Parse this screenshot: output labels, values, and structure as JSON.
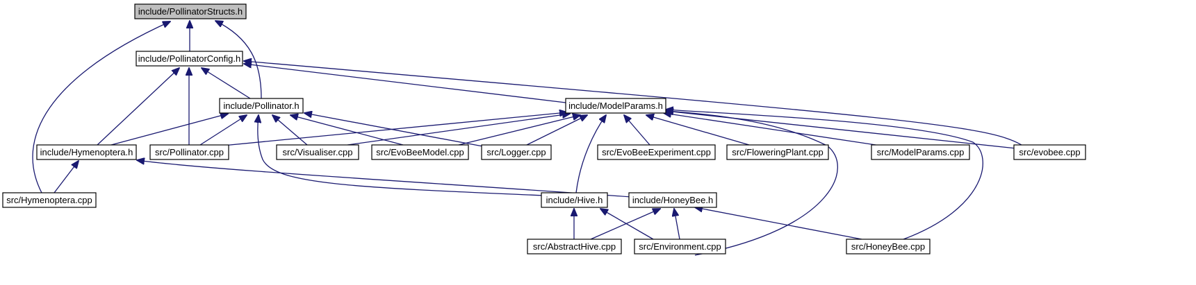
{
  "nodes": [
    {
      "id": "pollinator_structs_h",
      "label": "include/PollinatorStructs.h",
      "root": true
    },
    {
      "id": "pollinator_config_h",
      "label": "include/PollinatorConfig.h"
    },
    {
      "id": "pollinator_h",
      "label": "include/Pollinator.h"
    },
    {
      "id": "model_params_h",
      "label": "include/ModelParams.h"
    },
    {
      "id": "hymenoptera_h",
      "label": "include/Hymenoptera.h"
    },
    {
      "id": "pollinator_cpp",
      "label": "src/Pollinator.cpp"
    },
    {
      "id": "visualiser_cpp",
      "label": "src/Visualiser.cpp"
    },
    {
      "id": "evobeemodel_cpp",
      "label": "src/EvoBeeModel.cpp"
    },
    {
      "id": "logger_cpp",
      "label": "src/Logger.cpp"
    },
    {
      "id": "evobeeexperiment_cpp",
      "label": "src/EvoBeeExperiment.cpp"
    },
    {
      "id": "floweringplant_cpp",
      "label": "src/FloweringPlant.cpp"
    },
    {
      "id": "modelparams_cpp",
      "label": "src/ModelParams.cpp"
    },
    {
      "id": "evobee_cpp",
      "label": "src/evobee.cpp"
    },
    {
      "id": "hymenoptera_cpp",
      "label": "src/Hymenoptera.cpp"
    },
    {
      "id": "hive_h",
      "label": "include/Hive.h"
    },
    {
      "id": "honeybee_h",
      "label": "include/HoneyBee.h"
    },
    {
      "id": "abstracthive_cpp",
      "label": "src/AbstractHive.cpp"
    },
    {
      "id": "environment_cpp",
      "label": "src/Environment.cpp"
    },
    {
      "id": "honeybee_cpp",
      "label": "src/HoneyBee.cpp"
    }
  ],
  "edges": [
    {
      "from": "pollinator_config_h",
      "to": "pollinator_structs_h"
    },
    {
      "from": "pollinator_h",
      "to": "pollinator_structs_h"
    },
    {
      "from": "hymenoptera_cpp",
      "to": "pollinator_structs_h"
    },
    {
      "from": "pollinator_h",
      "to": "pollinator_config_h"
    },
    {
      "from": "hymenoptera_h",
      "to": "pollinator_config_h"
    },
    {
      "from": "pollinator_cpp",
      "to": "pollinator_config_h"
    },
    {
      "from": "model_params_h",
      "to": "pollinator_config_h"
    },
    {
      "from": "evobee_cpp",
      "to": "pollinator_config_h"
    },
    {
      "from": "hymenoptera_h",
      "to": "pollinator_h"
    },
    {
      "from": "pollinator_cpp",
      "to": "pollinator_h"
    },
    {
      "from": "visualiser_cpp",
      "to": "pollinator_h"
    },
    {
      "from": "evobeemodel_cpp",
      "to": "pollinator_h"
    },
    {
      "from": "logger_cpp",
      "to": "pollinator_h"
    },
    {
      "from": "hive_h",
      "to": "pollinator_h"
    },
    {
      "from": "pollinator_cpp",
      "to": "model_params_h"
    },
    {
      "from": "visualiser_cpp",
      "to": "model_params_h"
    },
    {
      "from": "evobeemodel_cpp",
      "to": "model_params_h"
    },
    {
      "from": "logger_cpp",
      "to": "model_params_h"
    },
    {
      "from": "evobeeexperiment_cpp",
      "to": "model_params_h"
    },
    {
      "from": "floweringplant_cpp",
      "to": "model_params_h"
    },
    {
      "from": "modelparams_cpp",
      "to": "model_params_h"
    },
    {
      "from": "evobee_cpp",
      "to": "model_params_h"
    },
    {
      "from": "hive_h",
      "to": "model_params_h"
    },
    {
      "from": "environment_cpp",
      "to": "model_params_h"
    },
    {
      "from": "honeybee_cpp",
      "to": "model_params_h"
    },
    {
      "from": "hymenoptera_cpp",
      "to": "hymenoptera_h"
    },
    {
      "from": "honeybee_h",
      "to": "hymenoptera_h"
    },
    {
      "from": "abstracthive_cpp",
      "to": "hive_h"
    },
    {
      "from": "environment_cpp",
      "to": "hive_h"
    },
    {
      "from": "abstracthive_cpp",
      "to": "honeybee_h"
    },
    {
      "from": "environment_cpp",
      "to": "honeybee_h"
    },
    {
      "from": "honeybee_cpp",
      "to": "honeybee_h"
    }
  ]
}
